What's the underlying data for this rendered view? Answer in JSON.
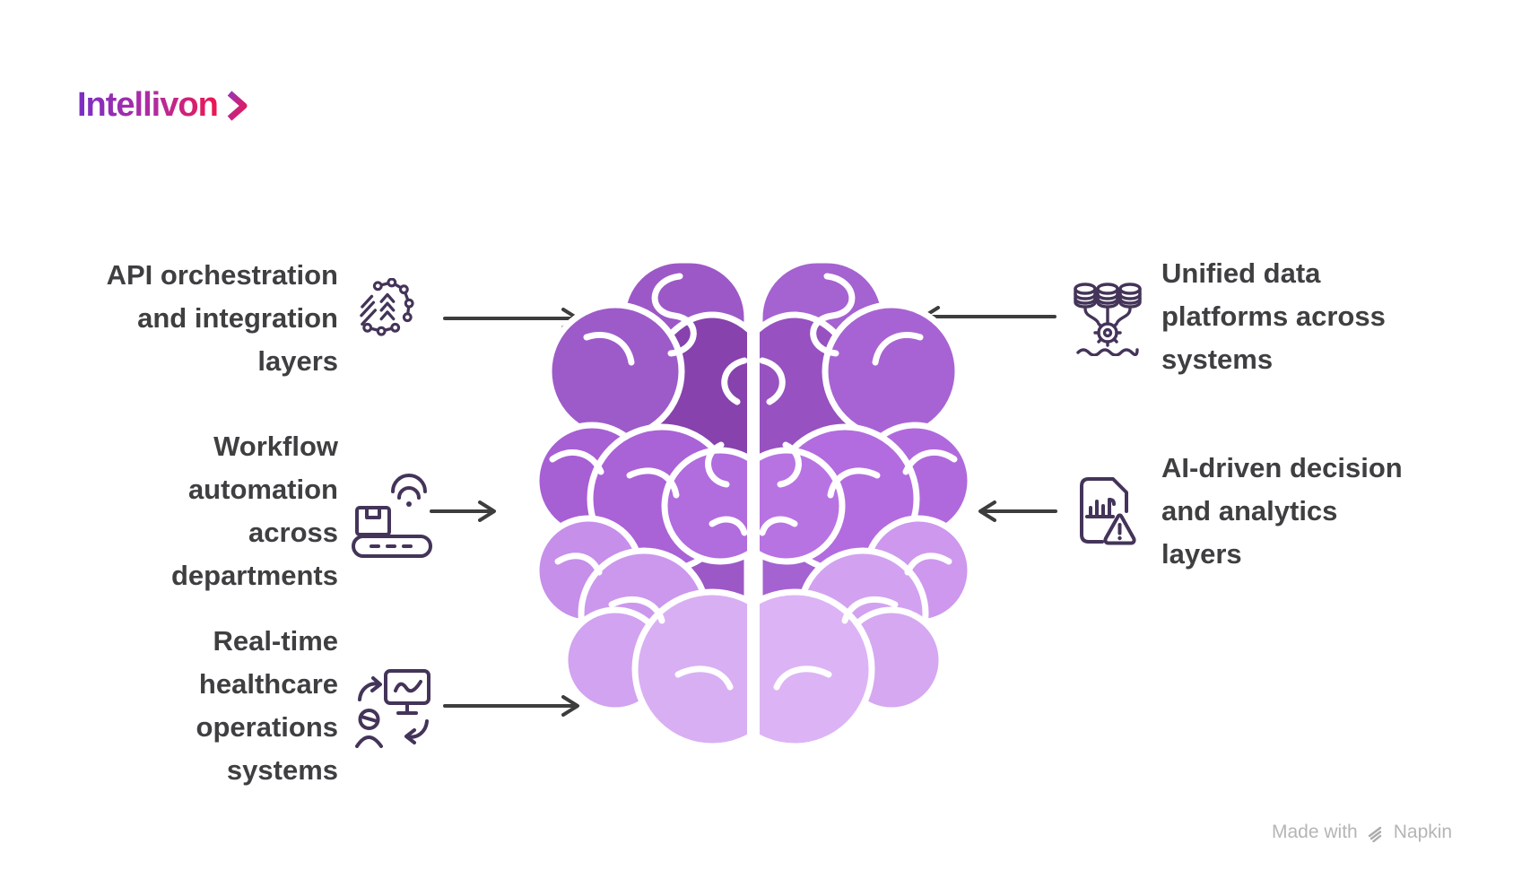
{
  "logo": {
    "text": "Intellivon",
    "chevron_icon": "chevron-right",
    "gradient_from": "#7b2fc3",
    "gradient_via": "#b32ba0",
    "gradient_to": "#ee1650"
  },
  "items": {
    "left": [
      {
        "label": "API orchestration and integration layers",
        "lines": [
          "API orchestration",
          "and integration",
          "layers"
        ],
        "icon": "network-nodes-icon",
        "arrow_direction": "right"
      },
      {
        "label": "Workflow automation across departments",
        "lines": [
          "Workflow",
          "automation",
          "across",
          "departments"
        ],
        "icon": "conveyor-wifi-icon",
        "arrow_direction": "right"
      },
      {
        "label": "Real-time healthcare operations systems",
        "lines": [
          "Real-time",
          "healthcare",
          "operations",
          "systems"
        ],
        "icon": "operator-monitor-sync-icon",
        "arrow_direction": "right"
      }
    ],
    "right": [
      {
        "label": "Unified data platforms across systems",
        "lines": [
          "Unified data",
          "platforms across",
          "systems"
        ],
        "icon": "databases-gear-icon",
        "arrow_direction": "left"
      },
      {
        "label": "AI-driven decision and analytics layers",
        "lines": [
          "AI-driven decision",
          "and analytics",
          "layers"
        ],
        "icon": "document-warning-icon",
        "arrow_direction": "left"
      }
    ]
  },
  "brain": {
    "illustration": "human-brain-top-view",
    "palettes": {
      "left": {
        "a": "#9c58c7",
        "a2": "#8742ad",
        "b": "#9d5bc9",
        "c": "#a75fd4",
        "d": "#aa62d7",
        "e": "#b16cde",
        "f": "#c68fea",
        "g": "#cc98ee",
        "h": "#d2a3f0",
        "i": "#d9aff3"
      },
      "right": {
        "a": "#a562d1",
        "a2": "#9751c0",
        "b": "#a763d3",
        "c": "#b069dd",
        "d": "#b26cdf",
        "e": "#b873e3",
        "f": "#cd98ee",
        "g": "#d2a2f0",
        "h": "#d5a8f1",
        "i": "#dcb4f5"
      }
    }
  },
  "footer": {
    "made_with": "Made with",
    "brand": "Napkin",
    "logo_icon": "napkin-logo"
  },
  "colors": {
    "label_text": "#3f3f41",
    "arrow": "#3d3d3d",
    "icon_stroke": "#443459",
    "footer_text": "#b5b5b5"
  }
}
